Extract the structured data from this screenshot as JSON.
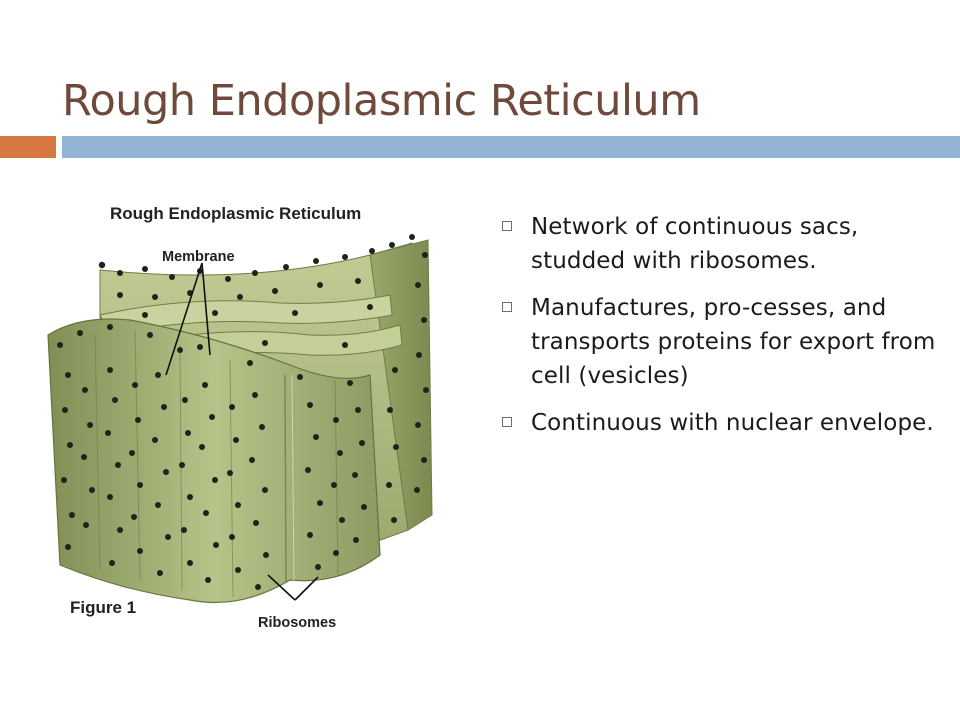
{
  "title": "Rough Endoplasmic Reticulum",
  "figure": {
    "heading": "Rough Endoplasmic Reticulum",
    "label_membrane": "Membrane",
    "label_ribosomes": "Ribosomes",
    "caption": "Figure 1"
  },
  "bullets": [
    {
      "text": "Network of continuous sacs, studded with ribosomes."
    },
    {
      "text": "Manufactures, pro-cesses, and transports proteins for export from cell (vesicles)"
    },
    {
      "text": "Continuous with nuclear envelope."
    }
  ],
  "colors": {
    "title": "#6f4a3c",
    "accent_orange": "#d6783f",
    "accent_blue": "#93b3d2",
    "membrane_fill": "#a9b77c",
    "ribosome": "#1e231a"
  }
}
